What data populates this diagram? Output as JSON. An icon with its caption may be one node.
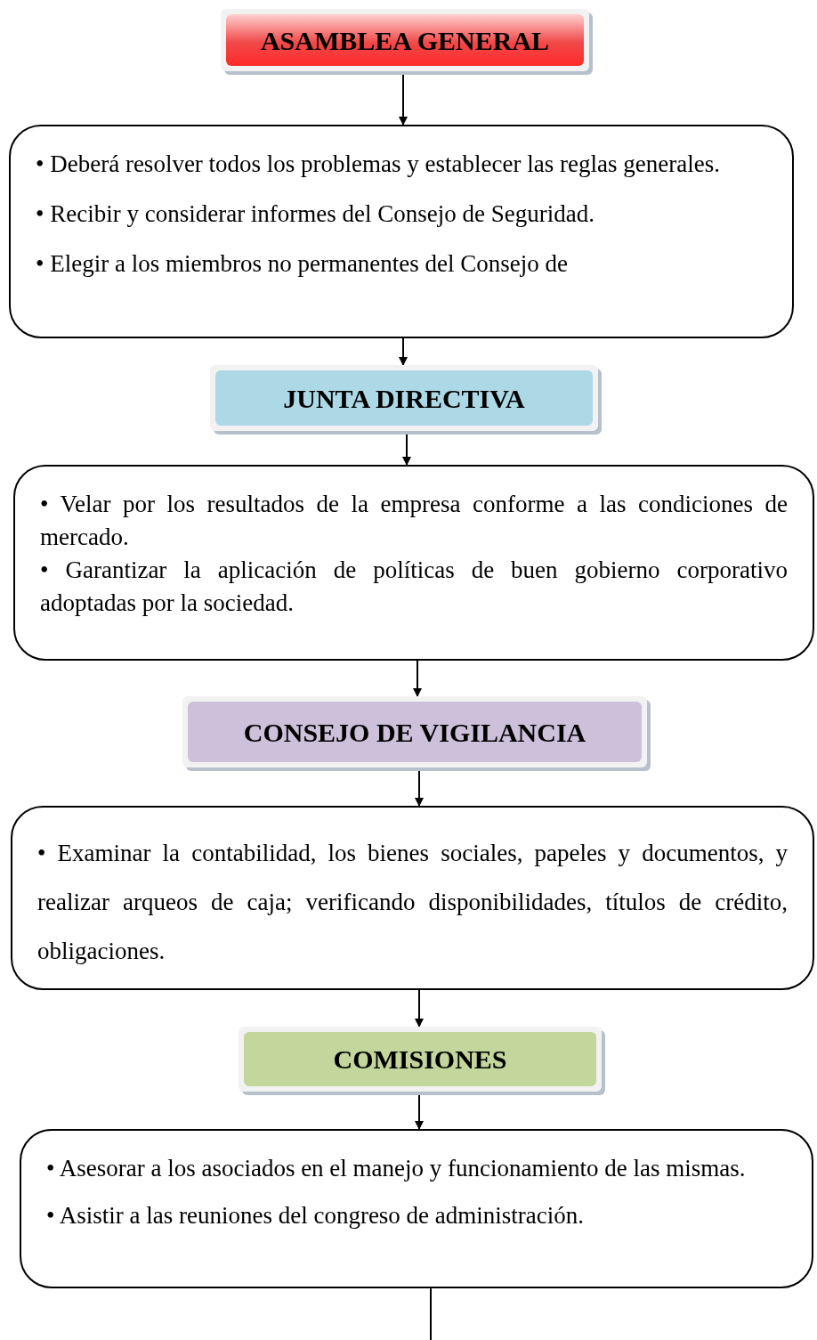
{
  "diagram": {
    "nodes": [
      {
        "text": [
          "ASAMBLEA GENERAL"
        ]
      },
      {
        "text": [
          "• Deberá resolver todos los problemas y establecer las reglas generales.",
          "• Recibir y considerar informes del Consejo de Seguridad.",
          "• Elegir a los miembros no permanentes del Consejo de"
        ]
      },
      {
        "text": [
          "JUNTA DIRECTIVA"
        ]
      },
      {
        "text": [
          "• Velar por los resultados de la empresa conforme a las condiciones de mercado.",
          "• Garantizar la aplicación de políticas de buen gobierno corporativo adoptadas por la sociedad."
        ]
      },
      {
        "text": [
          "CONSEJO DE VIGILANCIA"
        ]
      },
      {
        "text": [
          "• Examinar la contabilidad, los bienes sociales, papeles y documentos, y realizar arqueos de caja; verificando disponibilidades, títulos de crédito, obligaciones."
        ]
      },
      {
        "text": [
          "COMISIONES"
        ]
      },
      {
        "text": [
          "• Asesorar a los asociados en el manejo y funcionamiento de las mismas.",
          "• Asistir a las reuniones del congreso de administración."
        ]
      }
    ],
    "edges": [
      {
        "from": 0,
        "to": 1,
        "arrow": "to"
      },
      {
        "from": 1,
        "to": 2,
        "arrow": "to"
      },
      {
        "from": 2,
        "to": 3,
        "arrow": "to"
      },
      {
        "from": 3,
        "to": 4,
        "arrow": "to"
      },
      {
        "from": 4,
        "to": 5,
        "arrow": "to"
      },
      {
        "from": 5,
        "to": 6,
        "arrow": "to"
      },
      {
        "from": 6,
        "to": 7,
        "arrow": "to"
      },
      {
        "from": 7,
        "to": null,
        "arrow": "none"
      }
    ]
  }
}
